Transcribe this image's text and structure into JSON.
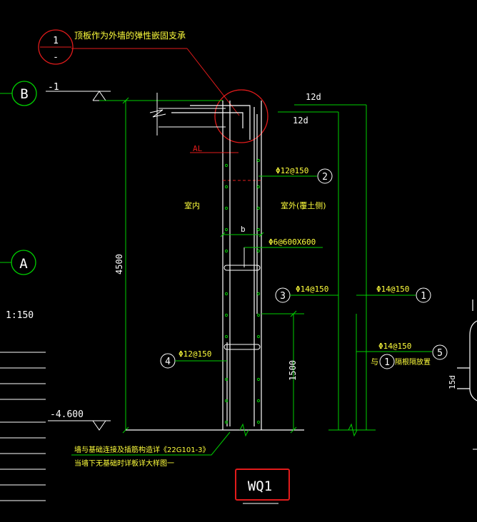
{
  "colors": {
    "background": "#000000",
    "green": "#00d000",
    "white": "#ffffff",
    "yellow": "#ffff3c",
    "red": "#e21b1b"
  },
  "callout": {
    "number_top": "1",
    "number_bottom": "-",
    "note": "顶板作为外墙的弹性嵌固支承"
  },
  "axis_b": {
    "label": "B",
    "elevation": "-1"
  },
  "axis_a": {
    "label": "A"
  },
  "scale": "1:150",
  "elevation_bottom": "-4.600",
  "anchor_top": "12d",
  "anchor_top_inner": "12d",
  "al_label": "AL",
  "height_4500": "4500",
  "height_1500": "1500",
  "dim_15d": "15d",
  "dim_b": "b",
  "room_inside": "室内",
  "room_outside": "室外(覆土侧)",
  "rebar_2": {
    "spec": "Φ12@150",
    "mark": "2"
  },
  "rebar_tie": {
    "spec": "Φ6@600X600"
  },
  "rebar_3": {
    "spec": "Φ14@150",
    "mark": "3"
  },
  "rebar_1": {
    "spec": "Φ14@150",
    "mark": "1"
  },
  "rebar_4": {
    "spec": "Φ12@150",
    "mark": "4"
  },
  "rebar_5": {
    "spec": "Φ14@150",
    "mark": "5",
    "note_prefix": "与",
    "note_mark": "1",
    "note_suffix": "隔根隔放置"
  },
  "bottom_note_1": "墙与基础连接及插筋构造详《22G101-3》",
  "bottom_note_2": "当墙下无基础时详板详大样图一",
  "title_label": "WQ1"
}
